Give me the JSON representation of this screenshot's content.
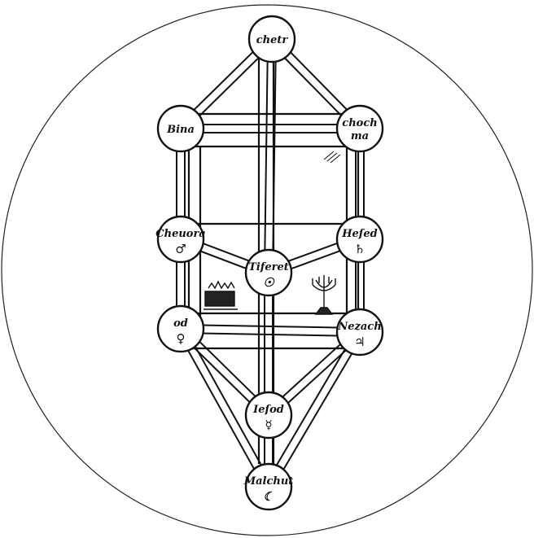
{
  "diagram": {
    "nodes": [
      {
        "id": "kether",
        "label": "chetr",
        "label2": "",
        "symbol": ""
      },
      {
        "id": "chochma",
        "label": "choch",
        "label2": "ma",
        "symbol": ""
      },
      {
        "id": "bina",
        "label": "Bina",
        "label2": "",
        "symbol": ""
      },
      {
        "id": "hesed",
        "label": "Heſed",
        "label2": "",
        "symbol": "♄"
      },
      {
        "id": "geburah",
        "label": "Cheuora",
        "label2": "",
        "symbol": "♂"
      },
      {
        "id": "tiferet",
        "label": "Tiferet",
        "label2": "",
        "symbol": "☉"
      },
      {
        "id": "nezach",
        "label": "Nezach",
        "label2": "",
        "symbol": "♃"
      },
      {
        "id": "hod",
        "label": "od",
        "label2": "",
        "symbol": "♀"
      },
      {
        "id": "iesod",
        "label": "Ieſod",
        "label2": "",
        "symbol": "☿"
      },
      {
        "id": "malchut",
        "label": "Malchut",
        "label2": "",
        "symbol": "☾"
      }
    ],
    "paths": [
      [
        "kether",
        "chochma"
      ],
      [
        "kether",
        "bina"
      ],
      [
        "kether",
        "tiferet"
      ],
      [
        "bina",
        "chochma"
      ],
      [
        "bina",
        "geburah"
      ],
      [
        "chochma",
        "hesed"
      ],
      [
        "geburah",
        "tiferet"
      ],
      [
        "hesed",
        "tiferet"
      ],
      [
        "geburah",
        "hod"
      ],
      [
        "hesed",
        "nezach"
      ],
      [
        "hod",
        "nezach"
      ],
      [
        "tiferet",
        "iesod"
      ],
      [
        "hod",
        "iesod"
      ],
      [
        "nezach",
        "iesod"
      ],
      [
        "hod",
        "malchut"
      ],
      [
        "nezach",
        "malchut"
      ],
      [
        "iesod",
        "malchut"
      ]
    ]
  }
}
